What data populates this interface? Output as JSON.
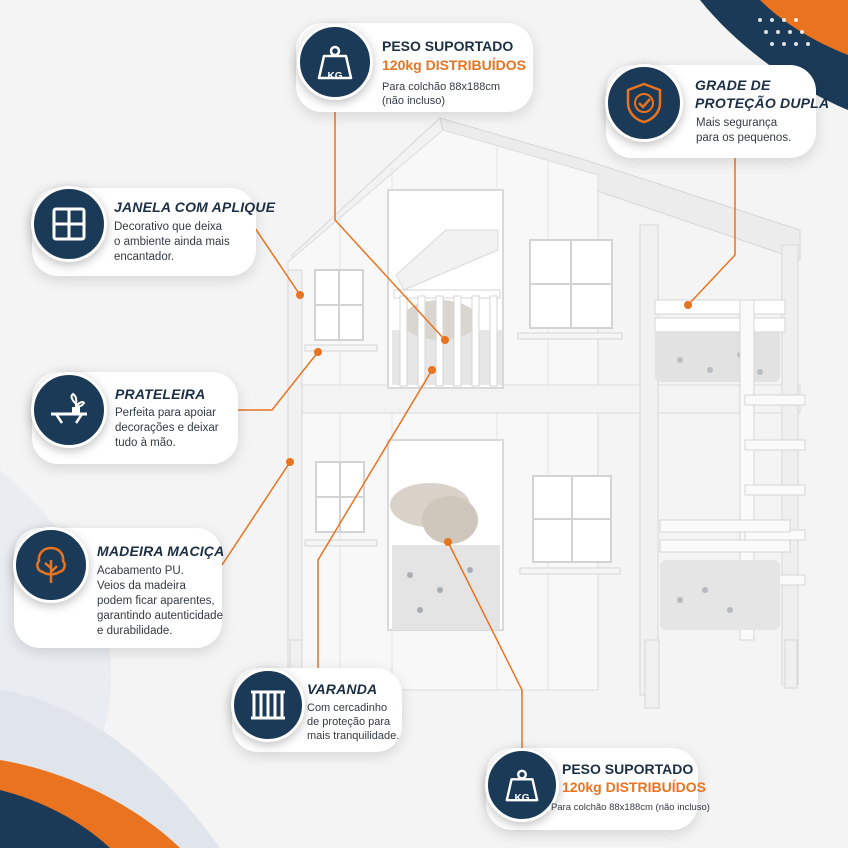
{
  "accent_color": "#e9731f",
  "navy_color": "#1b3a57",
  "features": {
    "peso_top": {
      "icon": "weight-kg-icon",
      "title": "PESO SUPORTADO",
      "highlight": "120kg DISTRIBUÍDOS",
      "desc_1": "Para colchão 88x188cm",
      "desc_2": "(não incluso)",
      "icon_label": "KG"
    },
    "grade": {
      "icon": "shield-check-icon",
      "title_1": "GRADE DE",
      "title_2": "PROTEÇÃO DUPLA",
      "desc_1": "Mais segurança",
      "desc_2": "para os pequenos."
    },
    "janela": {
      "icon": "window-icon",
      "title": "JANELA COM APLIQUE",
      "desc_1": "Decorativo que deixa",
      "desc_2": "o ambiente ainda mais",
      "desc_3": "encantador."
    },
    "prateleira": {
      "icon": "shelf-plant-icon",
      "title": "PRATELEIRA",
      "desc_1": "Perfeita para apoiar",
      "desc_2": "decorações e deixar",
      "desc_3": "tudo à mão."
    },
    "madeira": {
      "icon": "tree-icon",
      "title": "MADEIRA MACIÇA",
      "desc_1": "Acabamento PU.",
      "desc_2": "Veios da madeira",
      "desc_3": "podem ficar aparentes,",
      "desc_4": "garantindo autenticidade",
      "desc_5": "e durabilidade."
    },
    "varanda": {
      "icon": "railing-icon",
      "title": "VARANDA",
      "desc_1": "Com cercadinho",
      "desc_2": "de proteção para",
      "desc_3": "mais tranquilidade."
    },
    "peso_bottom": {
      "icon": "weight-kg-icon",
      "title": "PESO SUPORTADO",
      "highlight": "120kg DISTRIBUÍDOS",
      "desc_1": "Para colchão 88x188cm (não incluso)",
      "icon_label": "KG"
    }
  }
}
